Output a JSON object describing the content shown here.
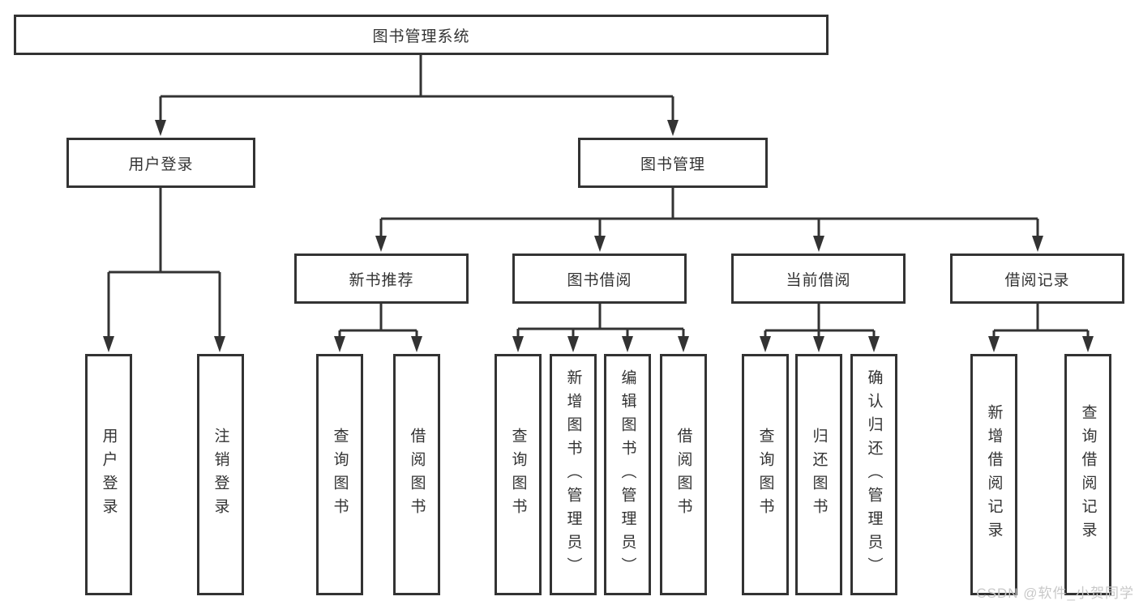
{
  "diagram": {
    "type": "hierarchy-flowchart",
    "title": "图书管理系统"
  },
  "tree": {
    "label": "图书管理系统",
    "children": [
      {
        "label": "用户登录",
        "children": [
          {
            "label": "用户登录"
          },
          {
            "label": "注销登录"
          }
        ]
      },
      {
        "label": "图书管理",
        "children": [
          {
            "label": "新书推荐",
            "children": [
              {
                "label": "查询图书"
              },
              {
                "label": "借阅图书"
              }
            ]
          },
          {
            "label": "图书借阅",
            "children": [
              {
                "label": "查询图书"
              },
              {
                "label": "新增图书（管理员）"
              },
              {
                "label": "编辑图书（管理员）"
              },
              {
                "label": "借阅图书"
              }
            ]
          },
          {
            "label": "当前借阅",
            "children": [
              {
                "label": "查询图书"
              },
              {
                "label": "归还图书"
              },
              {
                "label": "确认归还（管理员）"
              }
            ]
          },
          {
            "label": "借阅记录",
            "children": [
              {
                "label": "新增借阅记录"
              },
              {
                "label": "查询借阅记录"
              }
            ]
          }
        ]
      }
    ]
  },
  "watermark": {
    "text": "CSDN @软件_小贺同学"
  },
  "colors": {
    "line": "#333333",
    "box_border": "#333333",
    "text": "#333333",
    "background": "#ffffff",
    "watermark": "#c8c8c8"
  }
}
